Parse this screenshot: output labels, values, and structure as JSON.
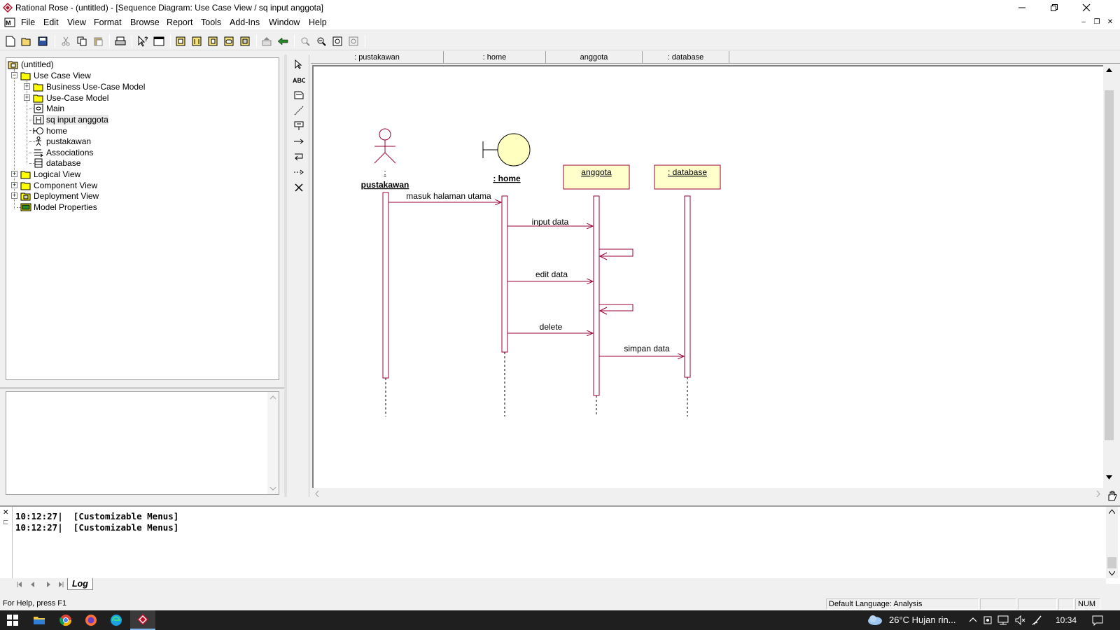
{
  "window": {
    "title": "Rational Rose - (untitled) - [Sequence Diagram: Use Case View / sq input anggota]"
  },
  "menu": [
    "File",
    "Edit",
    "View",
    "Format",
    "Browse",
    "Report",
    "Tools",
    "Add-Ins",
    "Window",
    "Help"
  ],
  "browser": {
    "nodes": [
      {
        "label": "(untitled)",
        "icon": "model-root-icon"
      },
      {
        "label": "Use Case View",
        "icon": "folder-icon"
      },
      {
        "label": "Business Use-Case Model",
        "icon": "folder-icon"
      },
      {
        "label": "Use-Case Model",
        "icon": "folder-icon"
      },
      {
        "label": "Main",
        "icon": "class-diagram-icon"
      },
      {
        "label": "sq input anggota",
        "icon": "sequence-diagram-icon"
      },
      {
        "label": "home",
        "icon": "boundary-icon"
      },
      {
        "label": "pustakawan",
        "icon": "actor-icon"
      },
      {
        "label": "Associations",
        "icon": "associations-icon"
      },
      {
        "label": "database",
        "icon": "class-icon"
      },
      {
        "label": "Logical View",
        "icon": "folder-icon"
      },
      {
        "label": "Component View",
        "icon": "folder-icon"
      },
      {
        "label": "Deployment View",
        "icon": "deployment-icon"
      },
      {
        "label": "Model Properties",
        "icon": "properties-icon"
      }
    ]
  },
  "diagram": {
    "header_cells": [
      ": pustakawan",
      ": home",
      "anggota",
      ": database"
    ],
    "actor": {
      "prefix": ":",
      "name": "pustakawan"
    },
    "boundary": {
      "name": ": home"
    },
    "objects": [
      {
        "name": "anggota"
      },
      {
        "name": ": database"
      }
    ],
    "messages": [
      {
        "label": "masuk halaman utama"
      },
      {
        "label": "input data"
      },
      {
        "label": "edit data"
      },
      {
        "label": "delete"
      },
      {
        "label": "simpan data"
      }
    ],
    "colors": {
      "lifeline": "#990033",
      "object_fill": "#ffffcc"
    }
  },
  "log": {
    "lines": [
      {
        "time": "10:12:27|",
        "text": "[Customizable Menus]"
      },
      {
        "time": "10:12:27|",
        "text": "[Customizable Menus]"
      }
    ],
    "tab": "Log"
  },
  "status": {
    "help": "For Help, press F1",
    "language": "Default Language: Analysis",
    "num": "NUM"
  },
  "taskbar": {
    "weather": "26°C  Hujan rin...",
    "clock": "10:34"
  }
}
